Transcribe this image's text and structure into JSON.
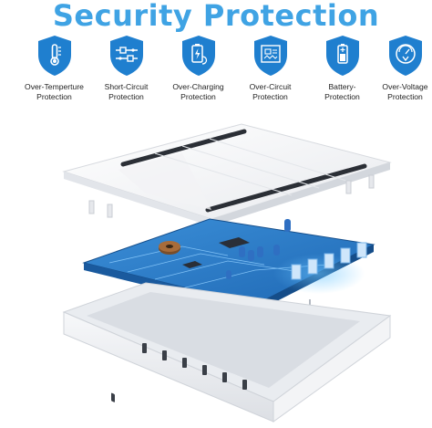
{
  "heading": "Security Protection",
  "colors": {
    "accent": "#3fa3e4",
    "shield": "#1f7fcf",
    "pcb": "#2f7fcc",
    "case": "#f3f4f6"
  },
  "features": [
    {
      "line1": "Over-Temperture",
      "line2": "Protection",
      "icon": "thermometer-icon"
    },
    {
      "line1": "Short-Circuit",
      "line2": "Protection",
      "icon": "circuit-icon"
    },
    {
      "line1": "Over-Charging",
      "line2": "Protection",
      "icon": "charging-icon"
    },
    {
      "line1": "Over-Circuit",
      "line2": "Protection",
      "icon": "circuit-board-icon"
    },
    {
      "line1": "Battery-",
      "line2": "Protection",
      "icon": "battery-icon"
    },
    {
      "line1": "Over-Voltage",
      "line2": "Protection",
      "icon": "voltage-gauge-icon"
    }
  ]
}
